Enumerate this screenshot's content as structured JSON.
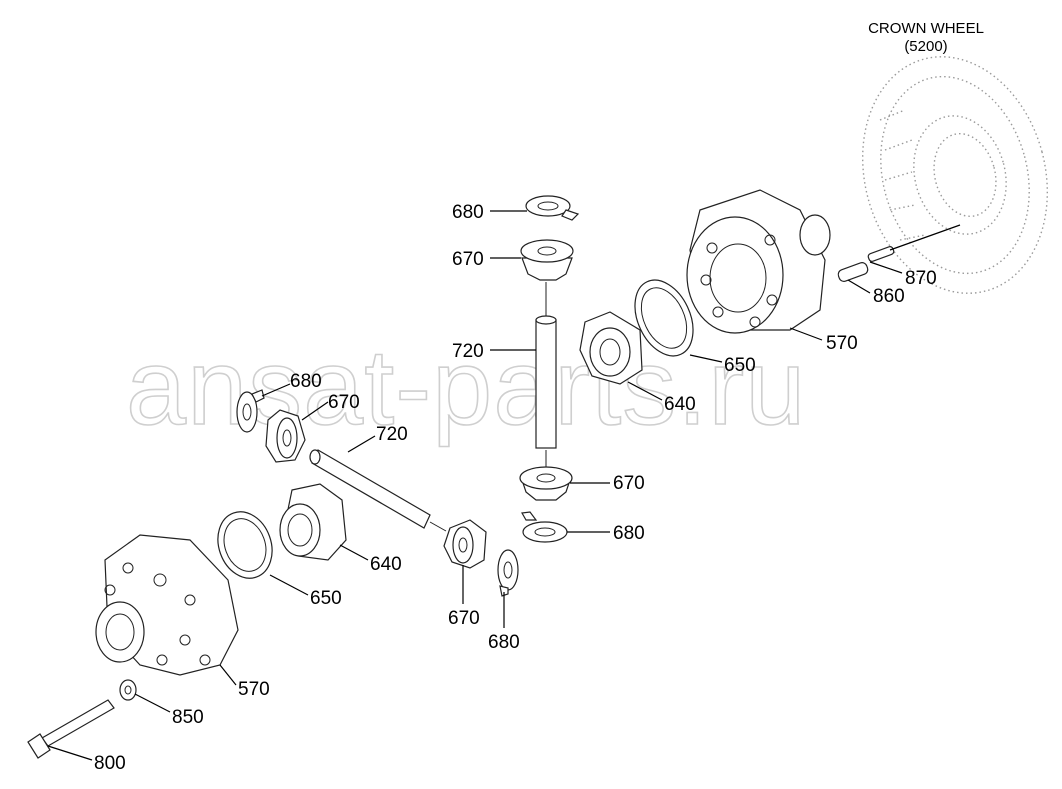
{
  "watermark": "ansat-parts.ru",
  "header": {
    "title": "CROWN WHEEL",
    "ref": "(5200)"
  },
  "callouts": {
    "c680_top": "680",
    "c670_top": "670",
    "c720_right": "720",
    "c650_right": "650",
    "c640_right": "640",
    "c570_right": "570",
    "c870": "870",
    "c860": "860",
    "c680_left": "680",
    "c670_left": "670",
    "c720_left": "720",
    "c670_mid": "670",
    "c680_mid": "680",
    "c640_left": "640",
    "c650_left": "650",
    "c670_bot": "670",
    "c680_bot": "680",
    "c570_left": "570",
    "c850": "850",
    "c800": "800"
  }
}
